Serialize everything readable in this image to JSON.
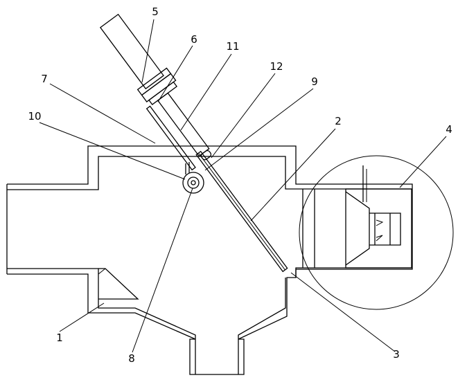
{
  "diagram": {
    "labels": {
      "l1": "1",
      "l2": "2",
      "l3": "3",
      "l4": "4",
      "l5": "5",
      "l6": "6",
      "l7": "7",
      "l8": "8",
      "l9": "9",
      "l10": "10",
      "l11": "11",
      "l12": "12"
    }
  }
}
